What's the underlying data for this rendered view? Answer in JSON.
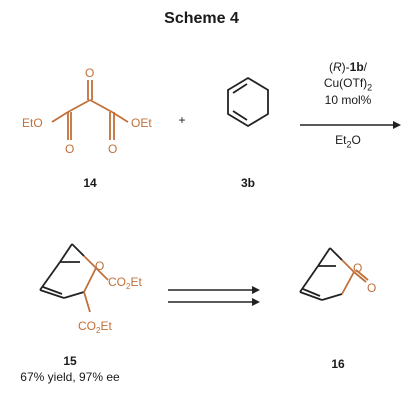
{
  "title": "Scheme 4",
  "colors": {
    "substituent": "#c0703a",
    "bond": "#222222"
  },
  "reaction1": {
    "reactant1_label": "14",
    "reactant2_label": "3b",
    "plus": "+",
    "reactant1_groups": {
      "left_ester": "EtO",
      "right_ester": "OEt",
      "top_o": "O",
      "bottom_o_left": "O",
      "bottom_o_right": "O"
    },
    "conditions": {
      "catalyst_prefix": "(",
      "catalyst_stereo": "R",
      "catalyst_suffix": ")-",
      "catalyst_ligand": "1b",
      "catalyst_slash": "/",
      "metal": "Cu(OTf)",
      "metal_sub": "2",
      "loading": "10 mol%",
      "solvent_main": "Et",
      "solvent_sub": "2",
      "solvent_end": "O"
    }
  },
  "reaction2": {
    "product_label": "15",
    "product_yield": "67% yield, 97% ee",
    "final_label": "16",
    "product_groups": {
      "ring_o": "O",
      "ester1": "CO",
      "ester1_sub": "2",
      "ester1_end": "Et",
      "ester2": "CO",
      "ester2_sub": "2",
      "ester2_end": "Et"
    },
    "final_groups": {
      "ring_o": "O",
      "carbonyl_o": "O"
    }
  }
}
